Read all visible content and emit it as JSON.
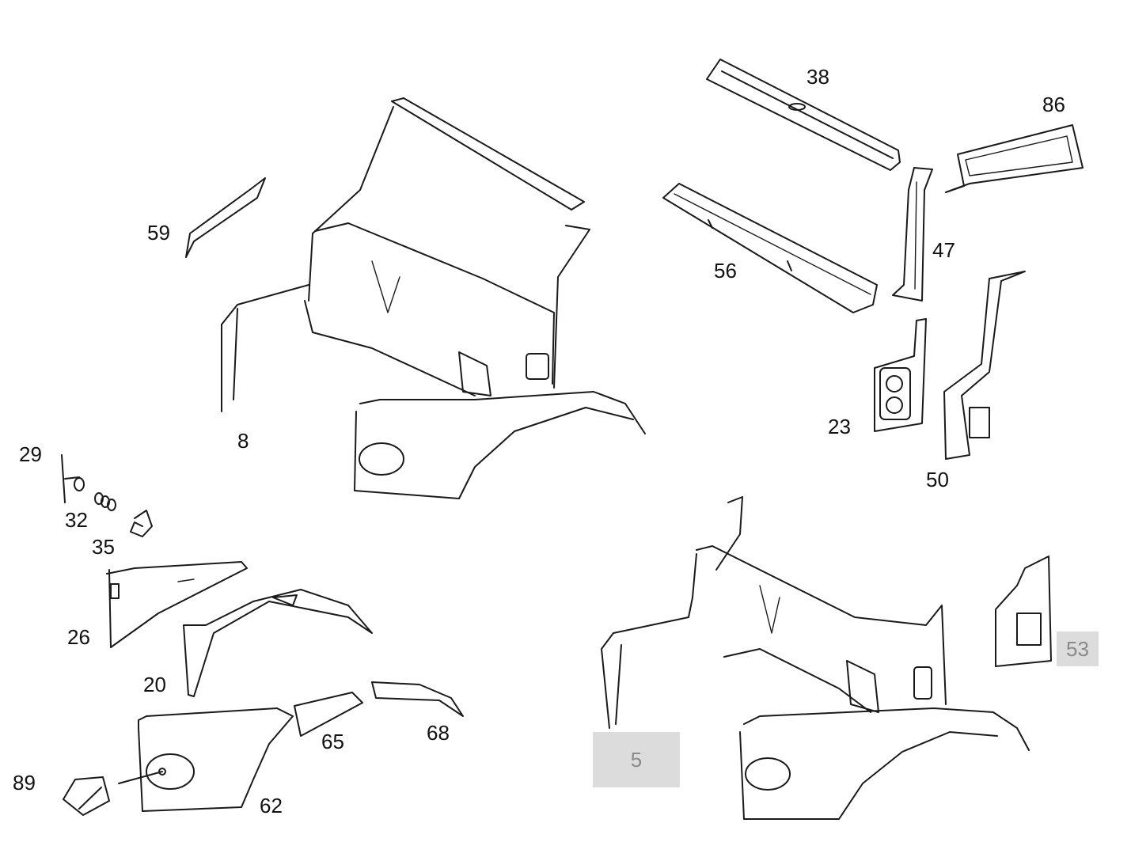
{
  "callouts": {
    "p38": "38",
    "p86": "86",
    "p59": "59",
    "p56": "56",
    "p47": "47",
    "p23": "23",
    "p50": "50",
    "p8": "8",
    "p29": "29",
    "p32": "32",
    "p35": "35",
    "p26": "26",
    "p20": "20",
    "p65": "65",
    "p68": "68",
    "p89": "89",
    "p62": "62",
    "p53": "53",
    "p5": "5"
  },
  "highlight_color": "#dcdcdc"
}
